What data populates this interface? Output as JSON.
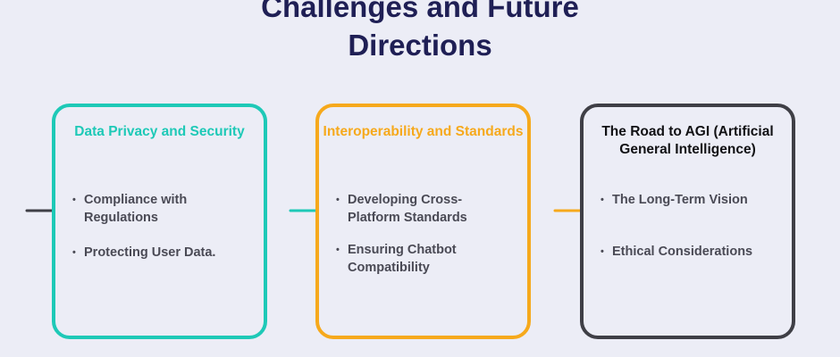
{
  "title": {
    "line1": "Challenges and Future",
    "line2": "Directions"
  },
  "colors": {
    "background": "#ecedf6",
    "title": "#1f1f55",
    "teal": "#1ec9b7",
    "orange": "#f6a91c",
    "dark": "#3f3f46",
    "bullet_text": "#4a4a55"
  },
  "cards": [
    {
      "title": "Data Privacy and Security",
      "bullets": [
        "Compliance with Regulations",
        "Protecting User Data."
      ]
    },
    {
      "title": "Interoperability and Standards",
      "bullets": [
        "Developing Cross-Platform Standards",
        "Ensuring Chatbot Compatibility"
      ]
    },
    {
      "title": "The Road to AGI (Artificial General Intelligence)",
      "bullets": [
        "The Long-Term Vision",
        "Ethical Considerations"
      ]
    }
  ],
  "arrows": [
    {
      "icon": "arrow-right-icon",
      "color": "#3f3f46"
    },
    {
      "icon": "arrow-right-icon",
      "color": "#1ec9b7"
    },
    {
      "icon": "arrow-right-icon",
      "color": "#f6a91c"
    }
  ]
}
